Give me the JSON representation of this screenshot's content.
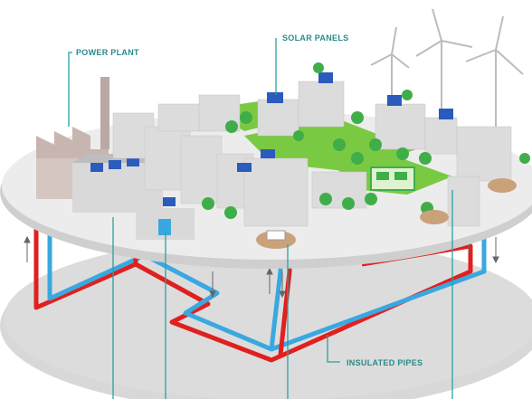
{
  "labels": {
    "power_plant": "POWER PLANT",
    "solar_panels": "SOLAR PANELS",
    "insulated_pipes": "INSULATED PIPES"
  },
  "colors": {
    "label_text": "#2a8a8a",
    "leader_line": "#2aa0a0",
    "hot_pipe": "#e0201f",
    "cold_pipe": "#3aa8e0",
    "platform_top": "#e6e6e6",
    "platform_bottom": "#d6d6d6",
    "grass": "#7ac943",
    "tree": "#3fae49",
    "solar_panel": "#2a5bbd"
  },
  "icons": [
    "wind-turbine-icon",
    "solar-panel-icon",
    "tree-icon",
    "smokestack-icon",
    "bus-icon",
    "building-icon"
  ]
}
